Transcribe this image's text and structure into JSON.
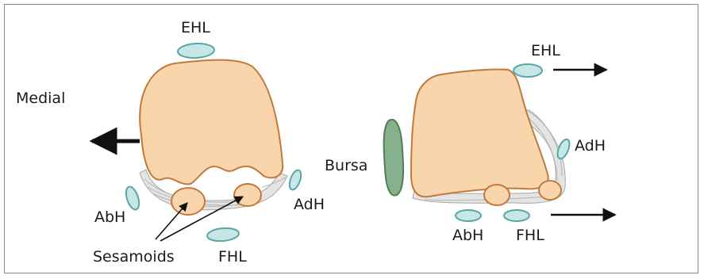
{
  "labels": {
    "medial": "Medial",
    "left": {
      "ehl": "EHL",
      "abh": "AbH",
      "adh": "AdH",
      "fhl": "FHL",
      "sesamoids": "Sesamoids"
    },
    "right": {
      "ehl": "EHL",
      "adh": "AdH",
      "bursa": "Bursa",
      "abh": "AbH",
      "fhl": "FHL"
    }
  },
  "colors": {
    "bone_fill": "#f9d5ac",
    "bone_stroke": "#c27a3c",
    "tendon_fill": "#c8e6e6",
    "tendon_stroke": "#5aa5a8",
    "bursa_fill": "#87b08d",
    "bursa_stroke": "#4f7e57",
    "ligament_fill": "#e4e4e4",
    "ligament_stroke": "#a8a8a8",
    "arrow": "#111111",
    "frame_border": "#8a8a8a"
  }
}
